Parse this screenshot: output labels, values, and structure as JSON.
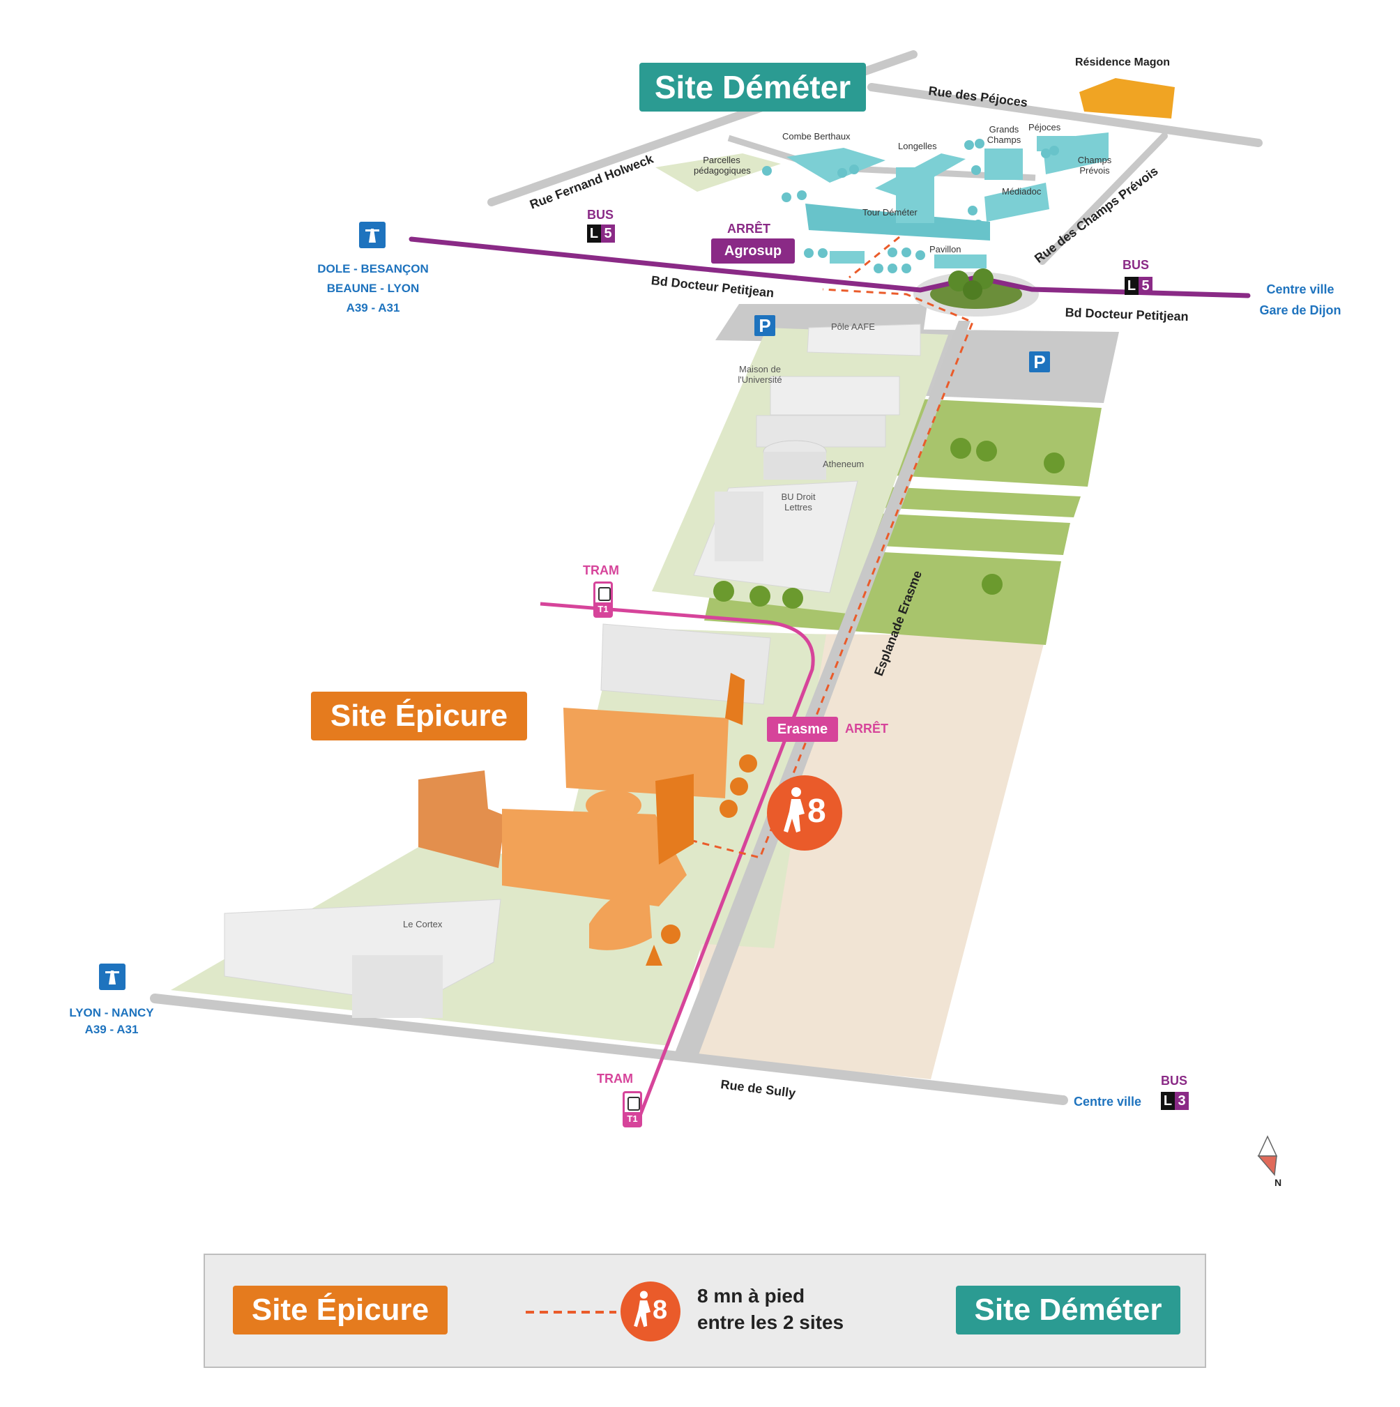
{
  "sites": {
    "demeter": "Site Déméter",
    "epicure": "Site Épicure"
  },
  "roads": {
    "pejoces": "Rue des Péjoces",
    "holweck": "Rue Fernand Holweck",
    "champs_prevois": "Rue des Champs Prévois",
    "petitjean_left": "Bd Docteur Petitjean",
    "petitjean_right": "Bd Docteur Petitjean",
    "erasme": "Esplanade Erasme",
    "sully": "Rue de Sully"
  },
  "buildings": {
    "residence_magon": "Résidence Magon",
    "combe_berthaux": "Combe Berthaux",
    "parcelles": "Parcelles pédagogiques",
    "longelles": "Longelles",
    "grands_champs": "Grands Champs",
    "pejoces": "Péjoces",
    "champs_prevois": "Champs Prévois",
    "mediadoc": "Médiadoc",
    "tour_demeter": "Tour Déméter",
    "pavillon": "Pavillon",
    "pole_aafe": "Pôle AAFE",
    "maison_univ": "Maison de l'Université",
    "atheneum": "Atheneum",
    "bu": "BU Droit Lettres",
    "cortex": "Le Cortex"
  },
  "destinations": {
    "dole": [
      "DOLE - BESANÇON",
      "BEAUNE - LYON",
      "A39 - A31"
    ],
    "lyon": [
      "LYON - NANCY",
      "A39 - A31"
    ],
    "centre_gare": [
      "Centre ville",
      "Gare de Dijon"
    ],
    "centre_ville": "Centre ville"
  },
  "transit": {
    "bus_word": "BUS",
    "line_letter": "L",
    "line_5": "5",
    "line_3": "3",
    "arret_word": "ARRÊT",
    "agrosup": "Agrosup",
    "erasme": "Erasme",
    "tram_word": "TRAM",
    "tram_line": "T1",
    "parking": "P"
  },
  "walk": {
    "minutes": "8",
    "legend_line1": "8 mn à pied",
    "legend_line2": "entre les 2 sites"
  },
  "compass": "N",
  "colors": {
    "demeter": "#2b9b92",
    "epicure": "#e57b1e",
    "bus_line": "#8a2a86",
    "tram_line": "#d6449a",
    "walk": "#ea5b2a",
    "info_blue": "#1e73be"
  }
}
